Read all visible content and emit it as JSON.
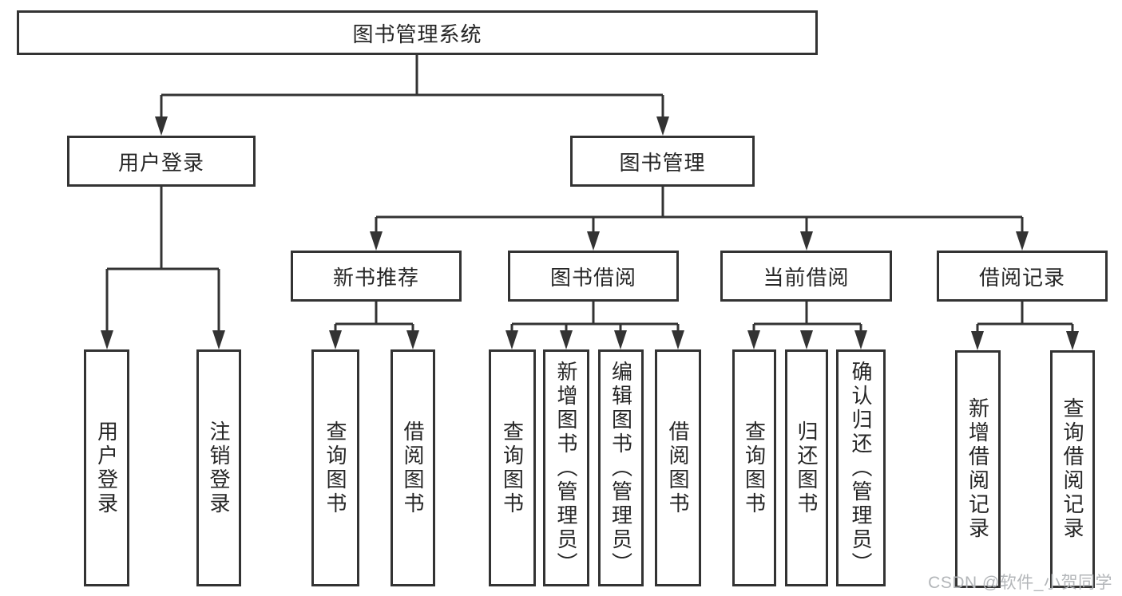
{
  "diagram": {
    "colors": {
      "line": "#333333",
      "box_border": "#333333",
      "text": "#262626",
      "background": "#ffffff",
      "watermark": "#b3b6b9"
    },
    "tree": {
      "root": {
        "label": "图书管理系统"
      },
      "children": [
        {
          "label": "用户登录",
          "children": [
            {
              "label": "用户登录"
            },
            {
              "label": "注销登录"
            }
          ]
        },
        {
          "label": "图书管理",
          "children": [
            {
              "label": "新书推荐",
              "children": [
                {
                  "label": "查询图书"
                },
                {
                  "label": "借阅图书"
                }
              ]
            },
            {
              "label": "图书借阅",
              "children": [
                {
                  "label": "查询图书"
                },
                {
                  "label": "新增图书（管理员）"
                },
                {
                  "label": "编辑图书（管理员）"
                },
                {
                  "label": "借阅图书"
                }
              ]
            },
            {
              "label": "当前借阅",
              "children": [
                {
                  "label": "查询图书"
                },
                {
                  "label": "归还图书"
                },
                {
                  "label": "确认归还（管理员）"
                }
              ]
            },
            {
              "label": "借阅记录",
              "children": [
                {
                  "label": "新增借阅记录"
                },
                {
                  "label": "查询借阅记录"
                }
              ]
            }
          ]
        }
      ]
    },
    "watermark": {
      "text": "CSDN @软件_小贺同学"
    }
  }
}
